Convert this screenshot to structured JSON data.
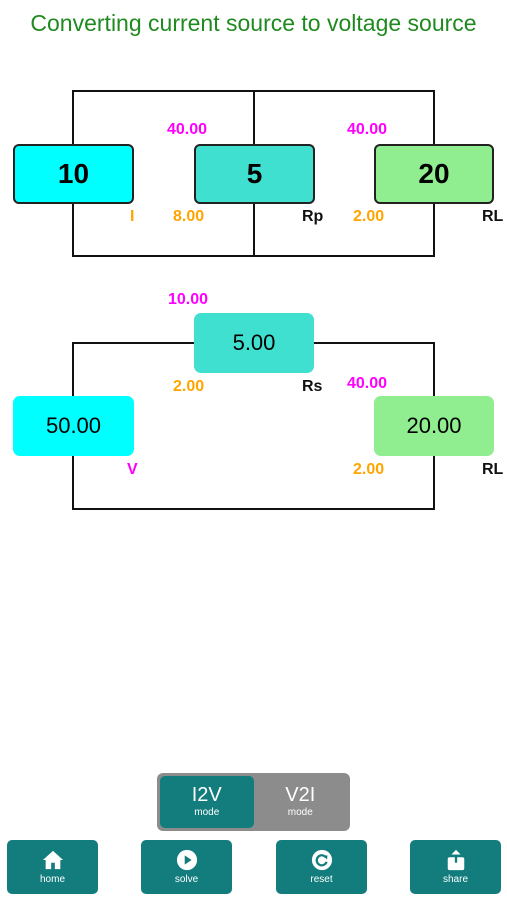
{
  "title": "Converting current source to voltage source",
  "circuit1": {
    "source_value": "10",
    "rp_value": "5",
    "rl_value": "20",
    "rp_top": "40.00",
    "rl_top": "40.00",
    "source_label": "I",
    "rp_bottom": "8.00",
    "rp_label": "Rp",
    "rl_bottom": "2.00",
    "rl_label": "RL"
  },
  "circuit2": {
    "rs_top": "10.00",
    "rs_value": "5.00",
    "rs_bottom": "2.00",
    "rs_label": "Rs",
    "rl_top": "40.00",
    "source_value": "50.00",
    "source_label": "V",
    "rl_value": "20.00",
    "rl_bottom": "2.00",
    "rl_label": "RL"
  },
  "mode_toggle": {
    "options": [
      {
        "label": "I2V",
        "sub": "mode",
        "active": true
      },
      {
        "label": "V2I",
        "sub": "mode",
        "active": false
      }
    ]
  },
  "nav": {
    "home": {
      "label": "home",
      "icon": "home-icon"
    },
    "solve": {
      "label": "solve",
      "icon": "play-icon"
    },
    "reset": {
      "label": "reset",
      "icon": "reset-icon"
    },
    "share": {
      "label": "share",
      "icon": "share-icon"
    }
  },
  "colors": {
    "title": "#1f8a1f",
    "cyan": "#00ffff",
    "teal": "#40e0d0",
    "green": "#90ee90",
    "magenta": "#ff00ff",
    "orange": "#ffa500",
    "button": "#137d7d",
    "toggle_bg": "#8c8c8c"
  }
}
